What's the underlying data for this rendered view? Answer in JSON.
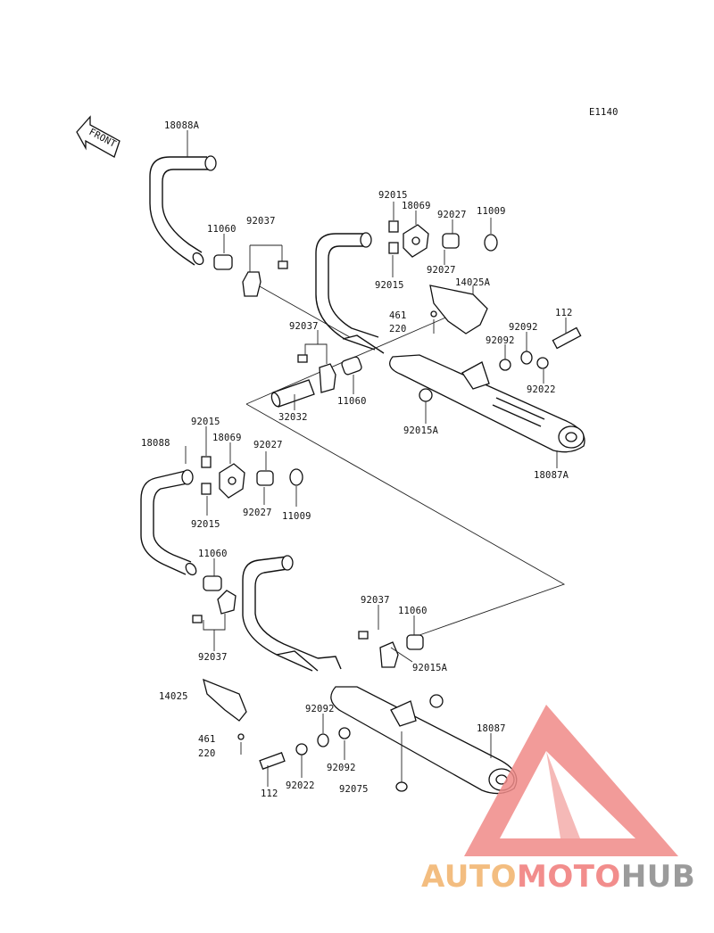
{
  "diagram_code": "E1140",
  "front_label": "FRONT",
  "callouts": {
    "c_18088A": "18088A",
    "c_92037_a": "92037",
    "c_11060_a": "11060",
    "c_92015_a": "92015",
    "c_18069_a": "18069",
    "c_92027_a": "92027",
    "c_11009_a": "11009",
    "c_92027_b": "92027",
    "c_92015_b": "92015",
    "c_14025A": "14025A",
    "c_461_a": "461",
    "c_220_a": "220",
    "c_112_a": "112",
    "c_92092_a": "92092",
    "c_92092_b": "92092",
    "c_92022_a": "92022",
    "c_92037_b": "92037",
    "c_11060_b": "11060",
    "c_32032": "32032",
    "c_92015A_a": "92015A",
    "c_18087A": "18087A",
    "c_18088": "18088",
    "c_92015_c": "92015",
    "c_18069_b": "18069",
    "c_92027_c": "92027",
    "c_92027_d": "92027",
    "c_11009_b": "11009",
    "c_92015_d": "92015",
    "c_11060_c": "11060",
    "c_92037_c": "92037",
    "c_92037_d": "92037",
    "c_11060_d": "11060",
    "c_92015A_b": "92015A",
    "c_14025": "14025",
    "c_461_b": "461",
    "c_220_b": "220",
    "c_92092_c": "92092",
    "c_92092_d": "92092",
    "c_18087": "18087",
    "c_112_b": "112",
    "c_92022_b": "92022",
    "c_92075": "92075"
  },
  "watermark": {
    "part1": "AUTO",
    "part2": "MOTO",
    "part3": "HUB",
    "color1": "#f2b26a",
    "color2": "#f07a78",
    "color3": "#8a8a8a",
    "triangle_color": "#f08a88"
  }
}
